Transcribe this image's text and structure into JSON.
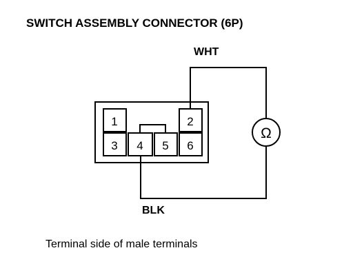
{
  "title": "SWITCH ASSEMBLY CONNECTOR (6P)",
  "wires": {
    "top_label": "WHT",
    "bottom_label": "BLK"
  },
  "connector": {
    "terminals": [
      "1",
      "2",
      "3",
      "4",
      "5",
      "6"
    ]
  },
  "meter": {
    "symbol": "Ω",
    "icon": "ohmmeter-icon"
  },
  "caption": "Terminal side of male terminals"
}
